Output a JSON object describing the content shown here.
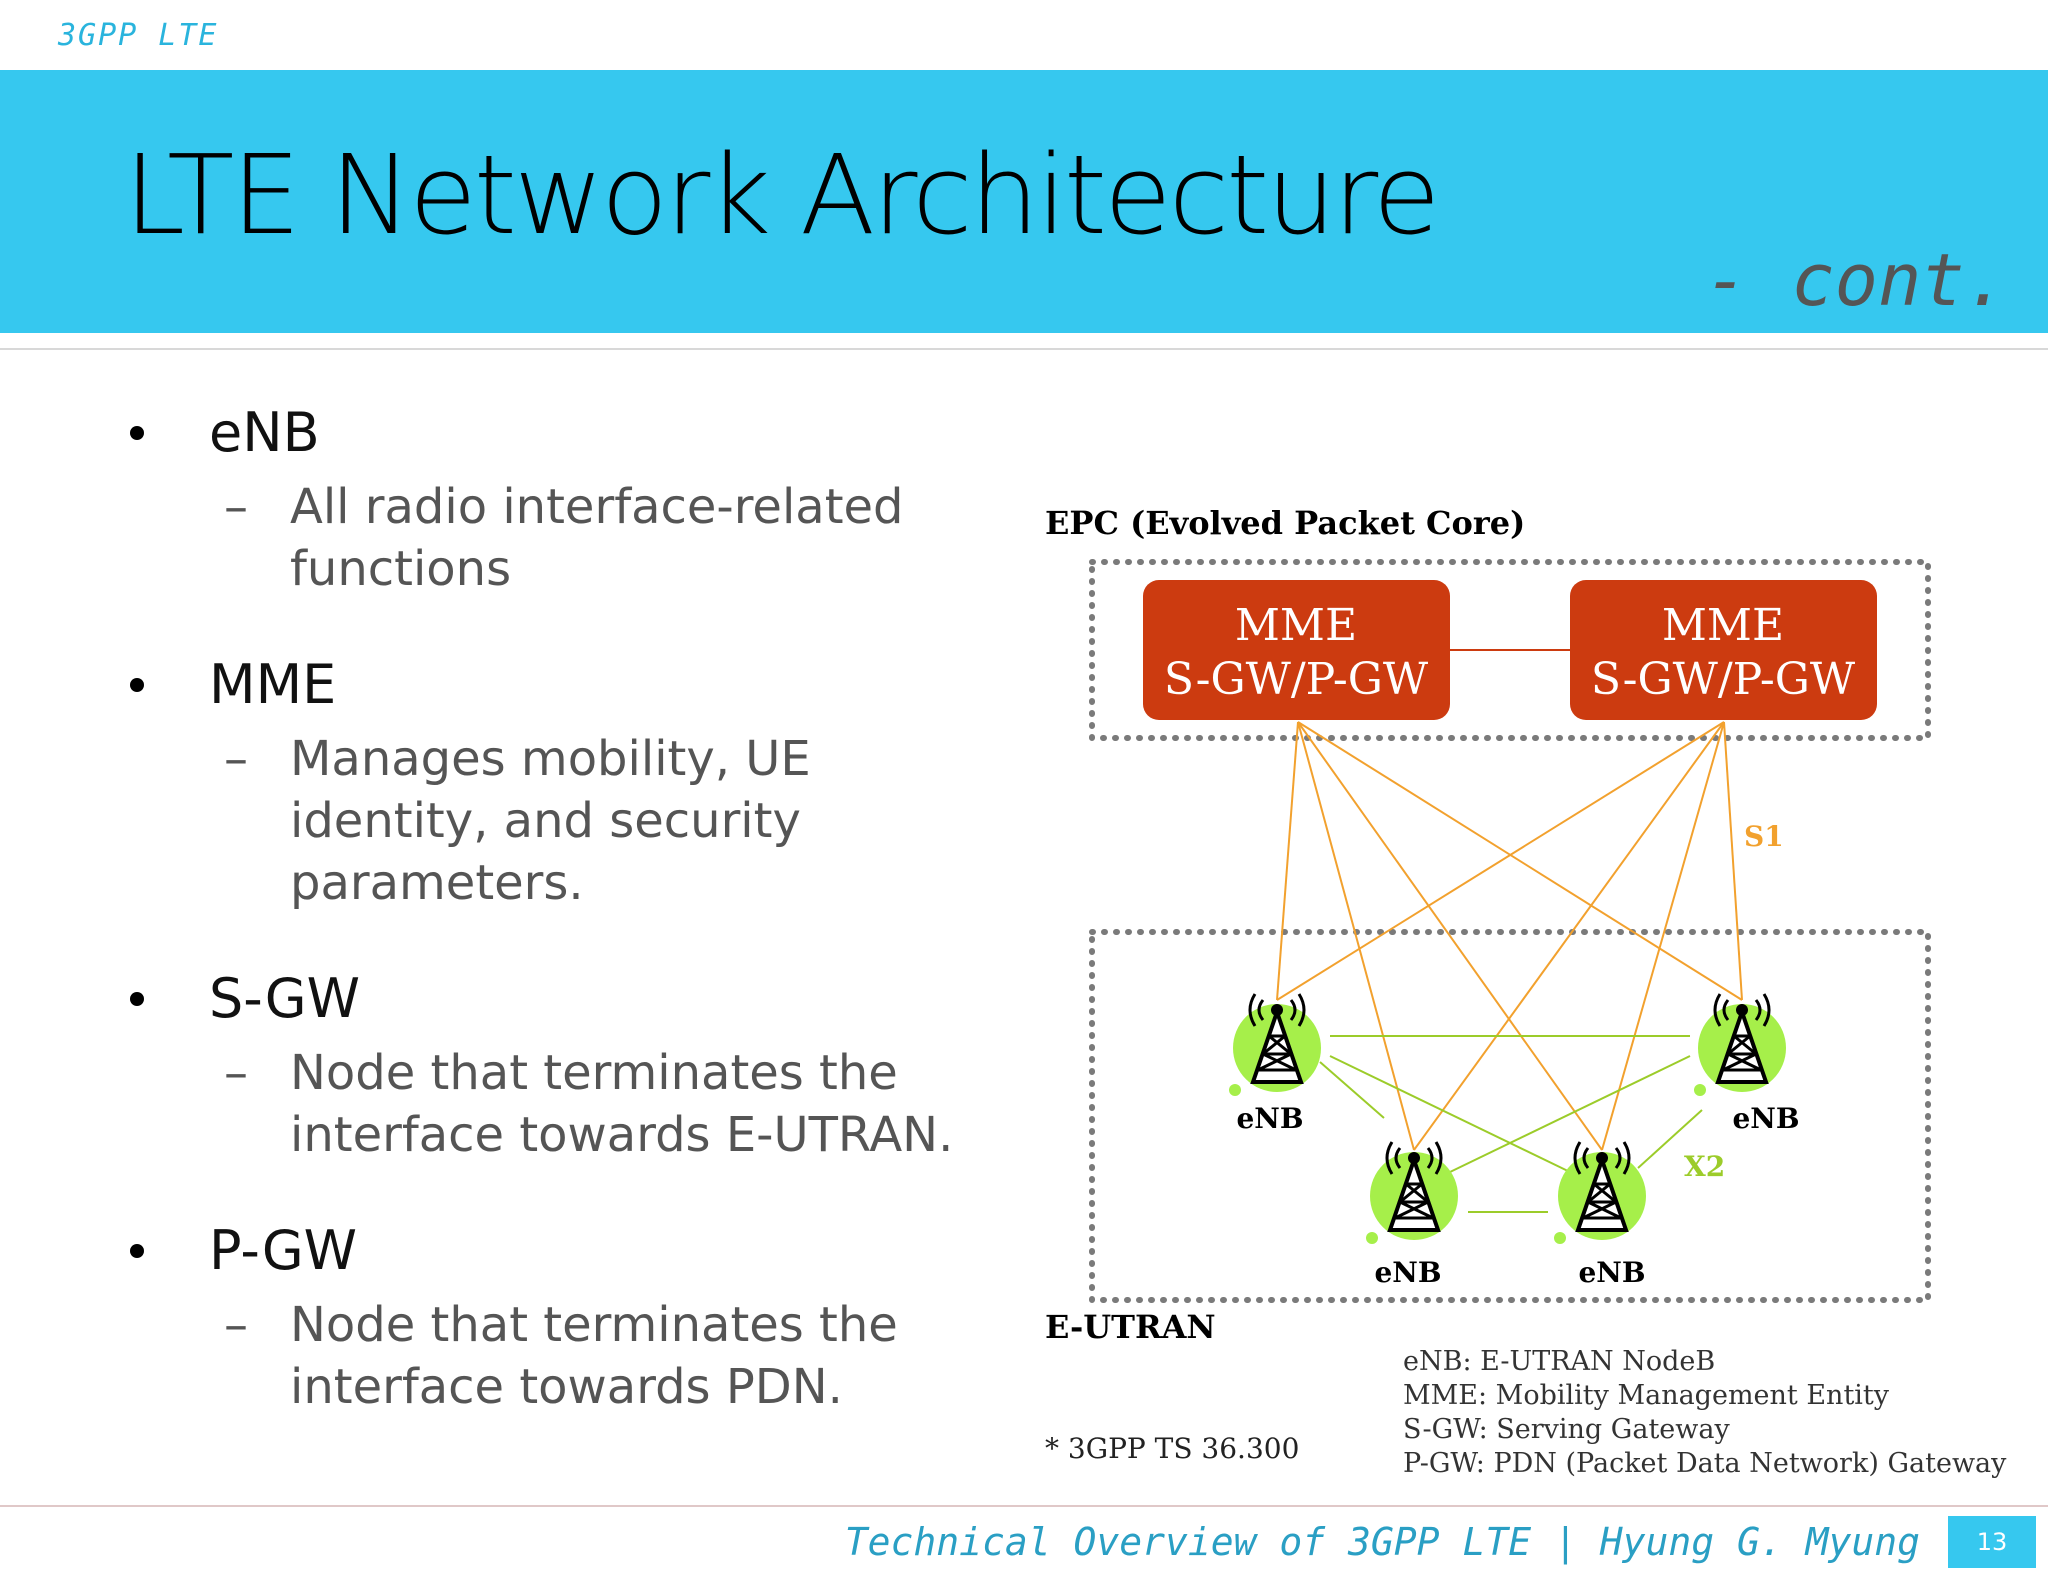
{
  "header": {
    "top_label": "3GPP LTE",
    "title": "LTE Network Architecture",
    "title_suffix": "- cont."
  },
  "bullets": [
    {
      "label": "eNB",
      "sub": "All radio interface-related functions"
    },
    {
      "label": "MME",
      "sub": "Manages mobility, UE identity, and security parameters."
    },
    {
      "label": "S-GW",
      "sub": "Node that terminates the interface towards E-UTRAN."
    },
    {
      "label": "P-GW",
      "sub": "Node that terminates the interface towards PDN."
    }
  ],
  "diagram": {
    "epc_label": "EPC (Evolved Packet Core)",
    "eutran_label": "E-UTRAN",
    "core_nodes": [
      {
        "line1": "MME",
        "line2": "S-GW/P-GW"
      },
      {
        "line1": "MME",
        "line2": "S-GW/P-GW"
      }
    ],
    "enb_nodes": [
      {
        "label": "eNB"
      },
      {
        "label": "eNB"
      },
      {
        "label": "eNB"
      },
      {
        "label": "eNB"
      }
    ],
    "s1_label": "S1",
    "x2_label": "X2",
    "reference": "* 3GPP TS 36.300",
    "legend": [
      "eNB: E-UTRAN NodeB",
      "MME: Mobility Management Entity",
      "S-GW: Serving Gateway",
      "P-GW: PDN (Packet Data Network) Gateway"
    ],
    "colors": {
      "core_node": "#cc3b10",
      "s1_line": "#f2a12e",
      "x2_line": "#9ccc2a",
      "enb_blob": "#a6ef4a"
    }
  },
  "footer": {
    "text": "Technical Overview of 3GPP LTE | Hyung G. Myung",
    "page_number": "13"
  }
}
